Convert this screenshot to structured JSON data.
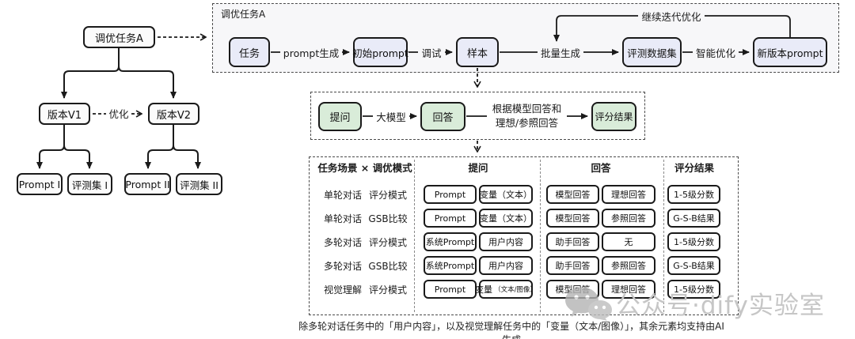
{
  "colors": {
    "pipeline_node_fill": "#E9EBF8",
    "eval_node_fill": "#D9ECD9",
    "node_border": "#1A1A1A",
    "pipeline_container_fill": "#F7F7F9",
    "watermark_gray": "#C6C6C6"
  },
  "left_tree": {
    "root": "调优任务A",
    "optimize_label": "优化",
    "v1": "版本V1",
    "v2": "版本V2",
    "prompt1": "Prompt I",
    "evalset1": "评测集 I",
    "prompt2": "Prompt II",
    "evalset2": "评测集 II"
  },
  "pipeline": {
    "container_label": "调优任务A",
    "task": "任务",
    "initial_prompt": "初始prompt",
    "sample": "样本",
    "eval_dataset": "评测数据集",
    "new_prompt": "新版本prompt",
    "edge_prompt_gen": "prompt生成",
    "edge_debug": "调试",
    "edge_batch_gen": "批量生成",
    "edge_smart_opt": "智能优化",
    "loop_label": "继续迭代优化"
  },
  "eval_flow": {
    "question": "提问",
    "answer": "回答",
    "score": "评分结果",
    "edge_llm": "大模型",
    "judge_line1": "根据模型回答和",
    "judge_line2": "理想/参照回答"
  },
  "table": {
    "headers": {
      "scene_mode": "任务场景 × 调优模式",
      "ask": "提问",
      "answer": "回答",
      "score": "评分结果"
    },
    "rows": [
      {
        "scene": "单轮对话",
        "mode": "评分模式",
        "ask1": "Prompt",
        "ask2": "变量（文本）",
        "ans1": "模型回答",
        "ans2": "理想回答",
        "score": "1-5级分数"
      },
      {
        "scene": "单轮对话",
        "mode": "GSB比较",
        "ask1": "Prompt",
        "ask2": "变量（文本）",
        "ans1": "模型回答",
        "ans2": "参照回答",
        "score": "G-S-B结果"
      },
      {
        "scene": "多轮对话",
        "mode": "评分模式",
        "ask1": "系统Prompt",
        "ask2": "用户内容",
        "ans1": "助手回答",
        "ans2": "无",
        "score": "1-5级分数"
      },
      {
        "scene": "多轮对话",
        "mode": "GSB比较",
        "ask1": "系统Prompt",
        "ask2": "用户内容",
        "ans1": "助手回答",
        "ans2": "参照回答",
        "score": "G-S-B结果"
      },
      {
        "scene": "视觉理解",
        "mode": "评分模式",
        "ask1": "Prompt",
        "ask2": "变量",
        "ask2_sub": "（文本/图像）",
        "ans1": "模型回答",
        "ans2": "理想回答",
        "score": "1-5级分数"
      }
    ]
  },
  "note": "除多轮对话任务中的「用户内容」，以及视觉理解任务中的「变量（文本/图像）」，其余元素均支持由AI生成",
  "watermark": {
    "icon": "wechat-icon",
    "text": "公众号·dify实验室"
  }
}
